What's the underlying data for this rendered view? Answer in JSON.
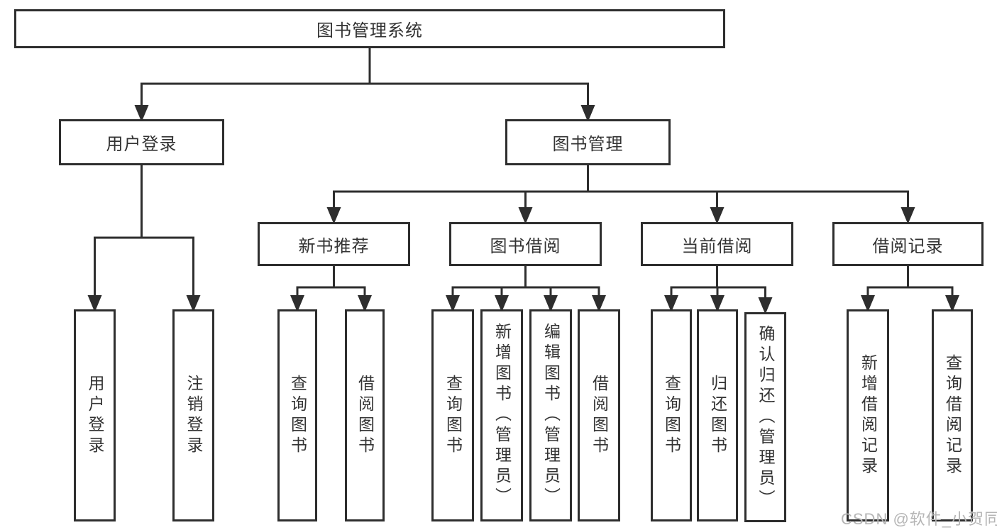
{
  "diagram_title": "图书管理系统",
  "tree": {
    "root": {
      "label": "图书管理系统"
    },
    "branches": [
      {
        "label": "用户登录",
        "children": [
          {
            "label": "用户登录"
          },
          {
            "label": "注销登录"
          }
        ]
      },
      {
        "label": "图书管理",
        "children": [
          {
            "label": "新书推荐",
            "children": [
              {
                "label": "查询图书"
              },
              {
                "label": "借阅图书"
              }
            ]
          },
          {
            "label": "图书借阅",
            "children": [
              {
                "label": "查询图书"
              },
              {
                "label": "新增图书（管理员）"
              },
              {
                "label": "编辑图书（管理员）"
              },
              {
                "label": "借阅图书"
              }
            ]
          },
          {
            "label": "当前借阅",
            "children": [
              {
                "label": "查询图书"
              },
              {
                "label": "归还图书"
              },
              {
                "label": "确认归还（管理员）"
              }
            ]
          },
          {
            "label": "借阅记录",
            "children": [
              {
                "label": "新增借阅记录"
              },
              {
                "label": "查询借阅记录"
              }
            ]
          }
        ]
      }
    ]
  },
  "watermark": {
    "text": "CSDN @软件_小贺同学"
  },
  "colors": {
    "line": "#2e2e2e",
    "text": "#333333",
    "node_background": "#ffffff",
    "page_background": "#ffffff",
    "watermark": "#b5b5b5"
  }
}
